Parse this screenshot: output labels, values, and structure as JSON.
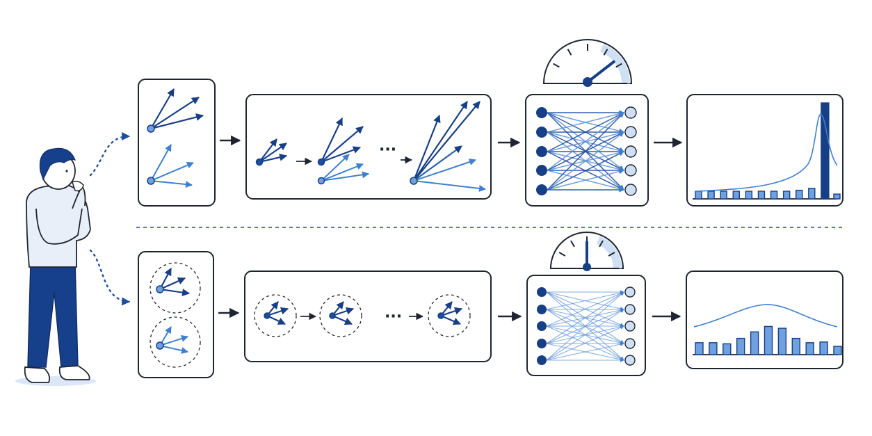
{
  "ellipsis": "···",
  "colors": {
    "dark_blue": "#173f86",
    "mid_blue": "#3f7fd0",
    "light_blue": "#cfe0f4",
    "outline": "#1f2530"
  },
  "rows": [
    {
      "id": "top",
      "gauge_level": 0.78,
      "histogram_bar_levels": [
        0.08,
        0.08,
        0.08,
        0.08,
        0.08,
        0.08,
        0.08,
        0.08,
        0.09,
        0.11,
        1.0,
        0.05
      ],
      "spike_index": 10
    },
    {
      "id": "bottom",
      "gauge_level": 0.5,
      "histogram_bar_levels": [
        0.33,
        0.33,
        0.3,
        0.45,
        0.63,
        0.78,
        0.73,
        0.45,
        0.33,
        0.35,
        0.23
      ],
      "spike_index": -1
    }
  ],
  "icons": [
    "person-icon",
    "vector-fan-icon",
    "neural-network-icon",
    "gauge-icon",
    "histogram-icon"
  ]
}
